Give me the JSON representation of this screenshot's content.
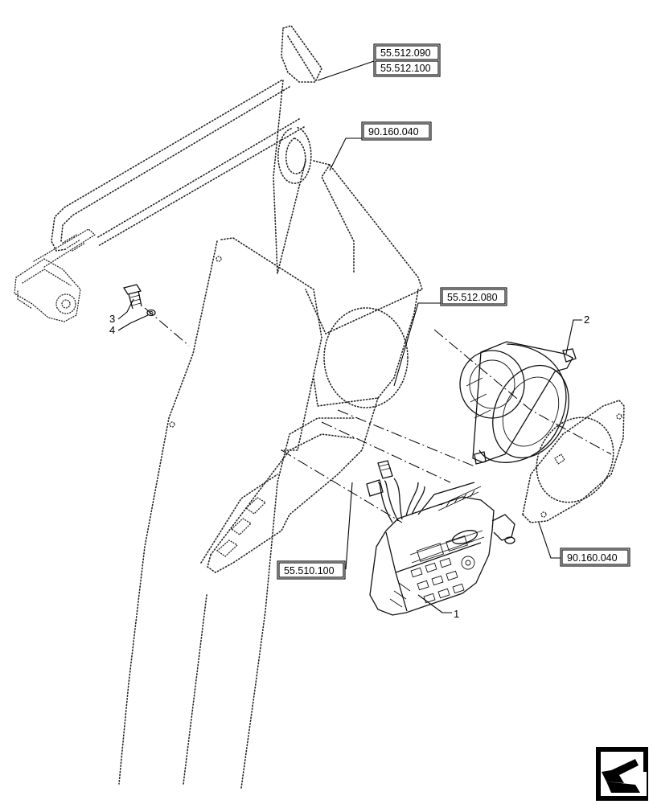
{
  "references": {
    "ref_top_1": "55.512.090",
    "ref_top_2": "55.512.100",
    "ref_duct": "90.160.040",
    "ref_speaker_mount": "55.512.080",
    "ref_harness": "55.510.100",
    "ref_speaker_plate": "90.160.040"
  },
  "callouts": {
    "item_1": "1",
    "item_2": "2",
    "item_3": "3",
    "item_4": "4"
  },
  "icons": {
    "nav": "back-arrow-icon"
  }
}
